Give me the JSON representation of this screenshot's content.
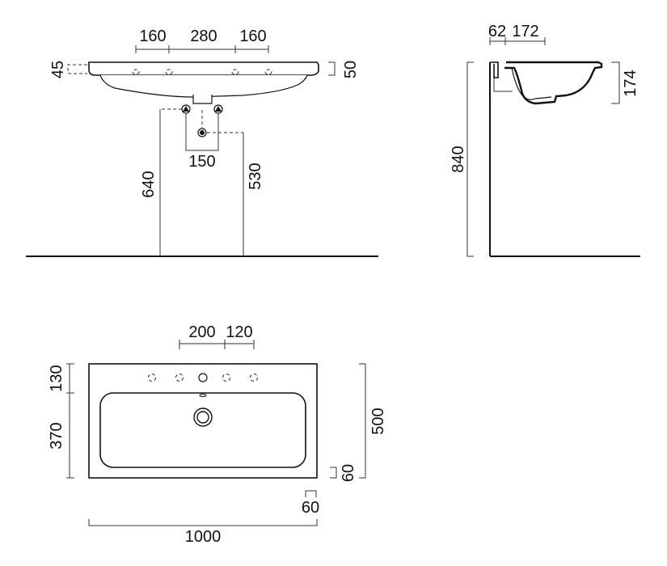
{
  "front_view": {
    "tap_spacing_left": "160",
    "tap_spacing_center": "280",
    "tap_spacing_right": "160",
    "rim_thickness_left": "45",
    "rim_thickness_right": "50",
    "supply_spacing": "150",
    "waste_height": "640",
    "supply_height": "530"
  },
  "side_view": {
    "rim_offset": "62",
    "bowl_offset": "172",
    "bowl_depth": "174",
    "total_height": "840"
  },
  "top_view": {
    "tap_spacing_left": "200",
    "tap_spacing_right": "120",
    "depth_back": "130",
    "depth_bowl": "370",
    "total_depth": "500",
    "front_margin": "60",
    "side_margin": "60",
    "total_width": "1000"
  },
  "colors": {
    "line": "#111111",
    "dimension": "#333333",
    "background": "#ffffff"
  }
}
